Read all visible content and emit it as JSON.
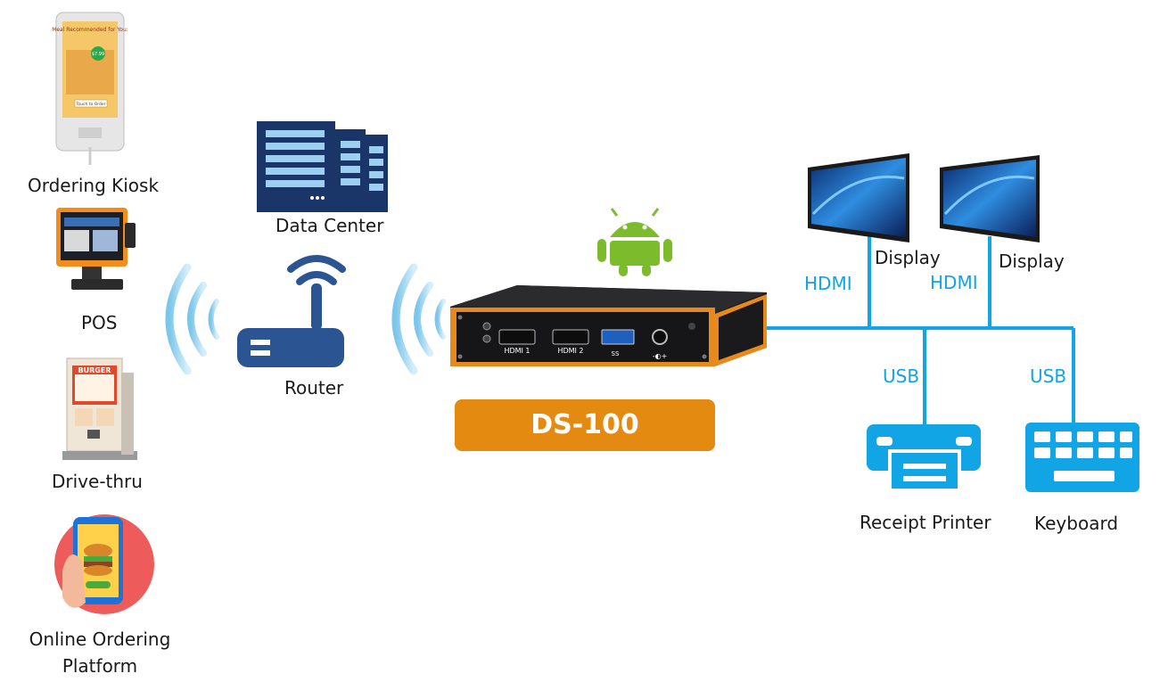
{
  "left_devices": {
    "kiosk": {
      "label": "Ordering Kiosk",
      "screen_title": "Meal Recommended for You:",
      "screen_button": "Touch to Order",
      "price_tag": "$7.99"
    },
    "pos": {
      "label": "POS"
    },
    "drive_thru": {
      "label": "Drive-thru",
      "sign": "BURGER"
    },
    "online": {
      "label_line1": "Online Ordering",
      "label_line2": "Platform"
    }
  },
  "network": {
    "data_center": {
      "label": "Data Center"
    },
    "router": {
      "label": "Router"
    }
  },
  "center_device": {
    "name": "DS-100",
    "ports": {
      "hdmi1": "HDMI 1",
      "hdmi2": "HDMI 2",
      "usb": "SS",
      "power": "-◐+"
    },
    "os_icon": "android-icon"
  },
  "outputs": {
    "display_1": {
      "label": "Display",
      "link": "HDMI"
    },
    "display_2": {
      "label": "Display",
      "link": "HDMI"
    },
    "printer": {
      "label": "Receipt Printer",
      "link": "USB"
    },
    "keyboard": {
      "label": "Keyboard",
      "link": "USB"
    }
  },
  "colors": {
    "link_blue": "#12a5e6",
    "server_navy": "#1a3668",
    "router_blue": "#2b5592",
    "android_green": "#7cbb2c",
    "ds100_orange": "#e58a10",
    "wifi_arc": "#a7d9f0"
  }
}
